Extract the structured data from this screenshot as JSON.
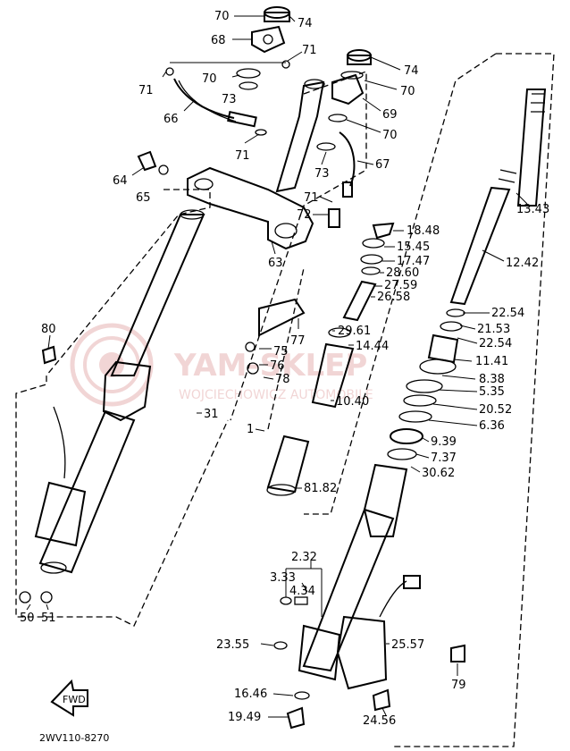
{
  "diagram": {
    "code": "2WV110-8270",
    "fwd_label": "FWD",
    "watermark_main": "YAM-SKLEP",
    "watermark_sub": "WOJCIECHOWICZ AUTOMOBILE",
    "labels": {
      "p70a": "70",
      "p74a": "74",
      "p68": "68",
      "p71a": "71",
      "p74b": "74",
      "p71b": "71",
      "p70b": "70",
      "p70c": "70",
      "p73a": "73",
      "p69": "69",
      "p66": "66",
      "p70d": "70",
      "p71c": "71",
      "p73b": "73",
      "p67": "67",
      "p64": "64",
      "p65": "65",
      "p71d": "71",
      "p72": "72",
      "p13": "13.43",
      "p18": "18.48",
      "p15": "15.45",
      "p17": "17.47",
      "p28": "28.60",
      "p27": "27.59",
      "p26": "26.58",
      "p63": "63",
      "p12": "12.42",
      "p22a": "22.54",
      "p21": "21.53",
      "p22b": "22.54",
      "p80": "80",
      "p77": "77",
      "p29": "29.61",
      "p14": "14.44",
      "p75": "75",
      "p11": "11.41",
      "p76": "76",
      "p8": "8.38",
      "p78": "78",
      "p5": "5.35",
      "p10": "10.40",
      "p20": "20.52",
      "p31": "31",
      "p6": "6.36",
      "p1": "1",
      "p9": "9.39",
      "p7": "7.37",
      "p30": "30.62",
      "p81": "81.82",
      "p2": "2.32",
      "p3": "3.33",
      "p4": "4.34",
      "p50": "50",
      "p51": "51",
      "p23": "23.55",
      "p25": "25.57",
      "p79": "79",
      "p16": "16.46",
      "p24": "24.56",
      "p19": "19.49"
    }
  }
}
